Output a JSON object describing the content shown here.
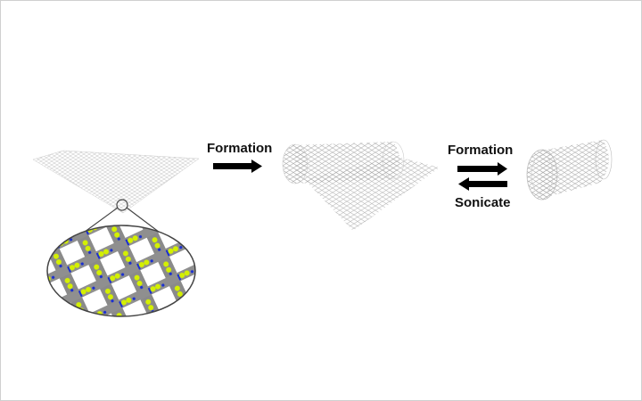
{
  "labels": {
    "step1": "Formation",
    "step2_forward": "Formation",
    "step2_reverse": "Sonicate"
  },
  "colors": {
    "mesh": "#b8b8b8",
    "arrow": "#000000",
    "framework_gray": "#8a8a8a",
    "framework_yellow": "#d4f000",
    "framework_blue": "#1a2fd0"
  },
  "stages": [
    "flat-sheet",
    "partially-rolled-sheet",
    "nanotube"
  ]
}
